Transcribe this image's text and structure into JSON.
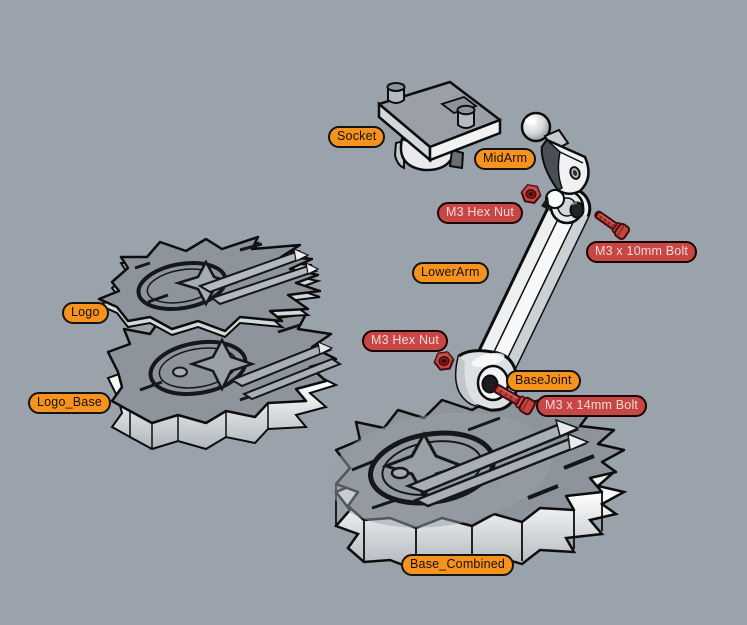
{
  "viewport": {
    "background": "#9aa2ac"
  },
  "palette": {
    "label_orange": "#f6921e",
    "label_red": "#c64743",
    "label_red_text": "#f3d8d8",
    "label_border": "#141414",
    "hardware_red": "#c4433f",
    "plastic_gray": "#8e949c",
    "plastic_white": "#eff1f2"
  },
  "callouts": [
    {
      "id": "socket",
      "text": "Socket",
      "kind": "component"
    },
    {
      "id": "midarm",
      "text": "MidArm",
      "kind": "component"
    },
    {
      "id": "hexnut-upper",
      "text": "M3 Hex Nut",
      "kind": "hardware"
    },
    {
      "id": "bolt-10mm",
      "text": "M3 x 10mm Bolt",
      "kind": "hardware"
    },
    {
      "id": "lowerarm",
      "text": "LowerArm",
      "kind": "component"
    },
    {
      "id": "hexnut-lower",
      "text": "M3 Hex Nut",
      "kind": "hardware"
    },
    {
      "id": "logo",
      "text": "Logo",
      "kind": "component"
    },
    {
      "id": "logo-base",
      "text": "Logo_Base",
      "kind": "component"
    },
    {
      "id": "basejoint",
      "text": "BaseJoint",
      "kind": "component"
    },
    {
      "id": "bolt-14mm",
      "text": "M3 x 14mm Bolt",
      "kind": "hardware"
    },
    {
      "id": "base-combined",
      "text": "Base_Combined",
      "kind": "component"
    }
  ]
}
